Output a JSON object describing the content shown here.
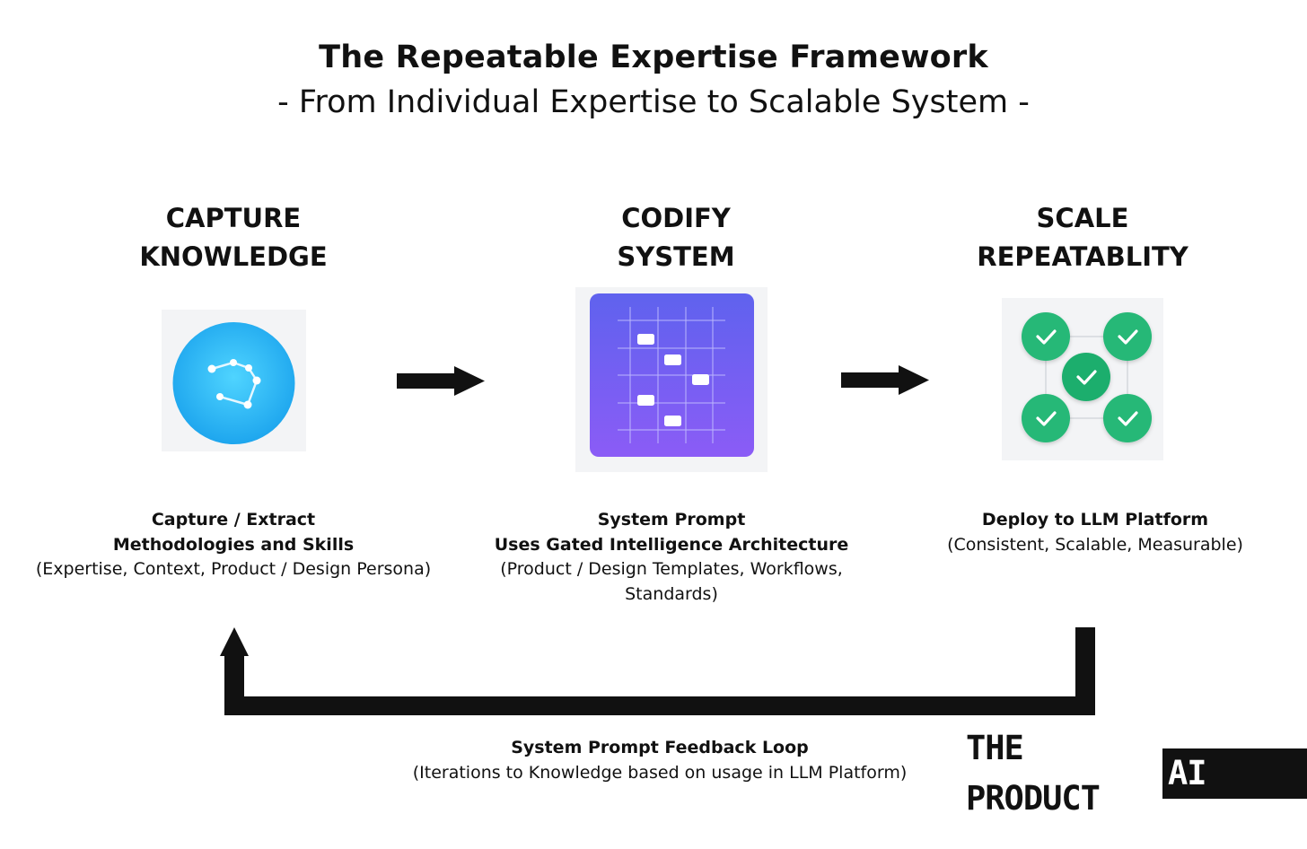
{
  "title": "The Repeatable Expertise Framework",
  "subtitle": "- From Individual Expertise to Scalable System -",
  "stages": [
    {
      "heading_line1": "CAPTURE",
      "heading_line2": "KNOWLEDGE",
      "desc_bold_1": "Capture / Extract",
      "desc_bold_2": "Methodologies and Skills",
      "desc_normal_1": "(Expertise, Context, Product / Design Persona)",
      "icon": "constellation-icon",
      "icon_color": "#29b6f6"
    },
    {
      "heading_line1": "CODIFY",
      "heading_line2": "SYSTEM",
      "desc_bold_1": "System Prompt",
      "desc_bold_2": "Uses Gated Intelligence Architecture",
      "desc_normal_1": "(Product / Design Templates, Workflows,",
      "desc_normal_2": "Standards)",
      "icon": "grid-matrix-icon",
      "icon_color": "#6366f1"
    },
    {
      "heading_line1": "SCALE",
      "heading_line2": "REPEATABLITY",
      "desc_bold_1": "Deploy to LLM Platform",
      "desc_normal_1": "(Consistent, Scalable, Measurable)",
      "icon": "checkmark-network-icon",
      "icon_color": "#22b573"
    }
  ],
  "feedback_loop": {
    "label_bold": "System Prompt Feedback Loop",
    "label_normal": "(Iterations to Knowledge based on usage in LLM Platform)"
  },
  "logo": {
    "part1": "THE PRODUCT",
    "part2": "AI AGENT"
  },
  "colors": {
    "text": "#111111",
    "arrow": "#111111",
    "loop": "#111111"
  }
}
